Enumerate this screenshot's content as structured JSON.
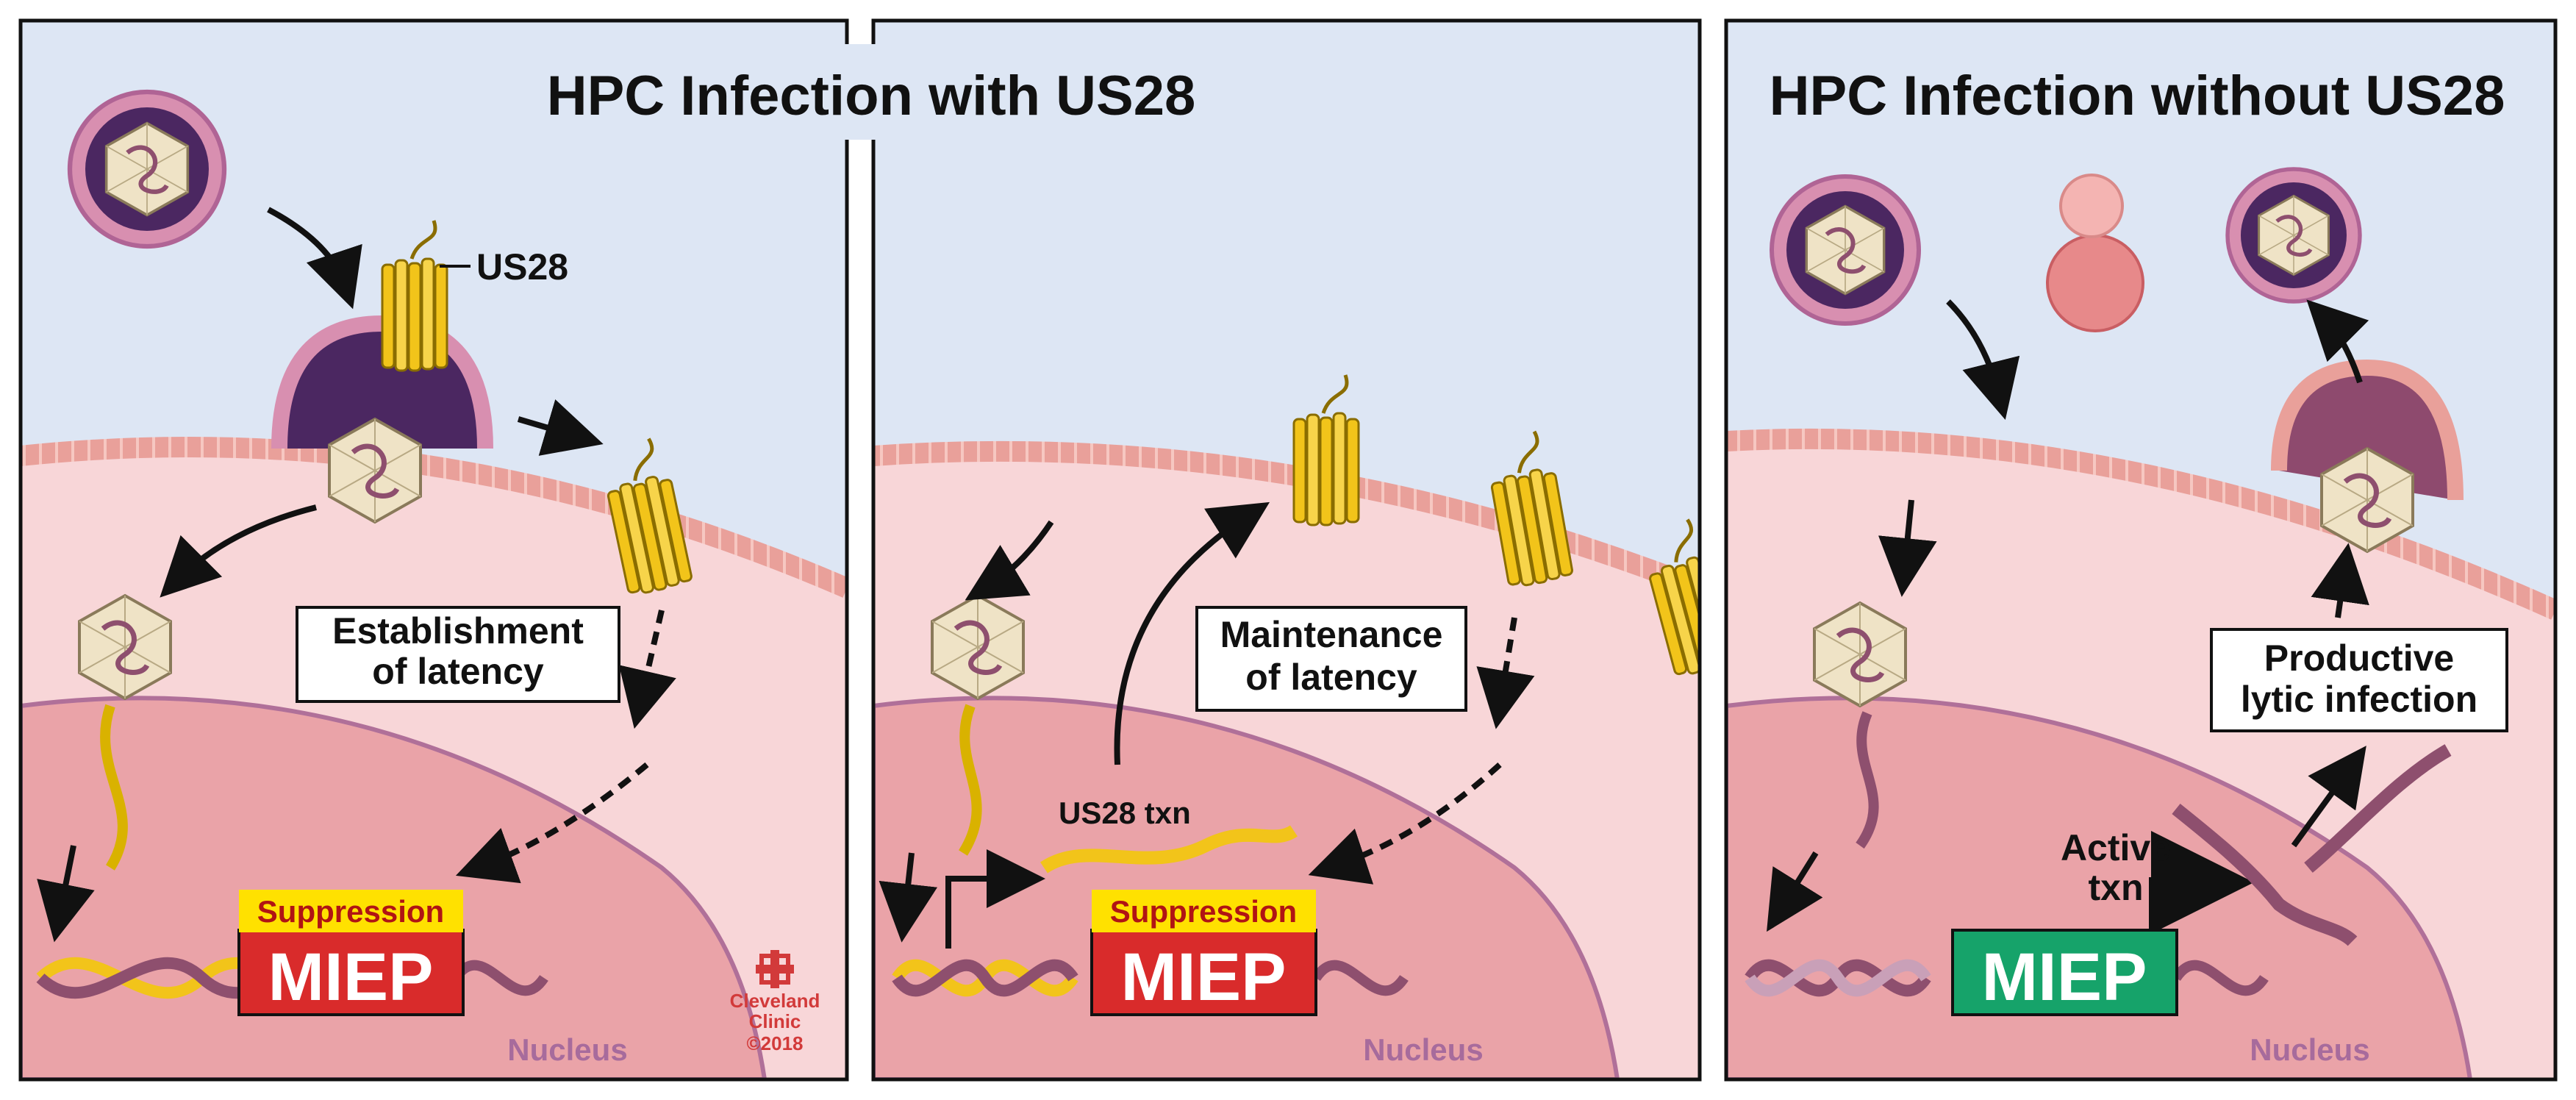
{
  "panels": {
    "with_title": "HPC Infection with US28",
    "without_title": "HPC Infection without US28"
  },
  "labels": {
    "us28": "US28",
    "establishment_l1": "Establishment",
    "establishment_l2": "of latency",
    "maintenance_l1": "Maintenance",
    "maintenance_l2": "of latency",
    "us28_txn": "US28 txn",
    "suppression": "Suppression",
    "miep": "MIEP",
    "active_l1": "Active",
    "active_l2": "txn",
    "productive_l1": "Productive",
    "productive_l2": "lytic infection",
    "nucleus": "Nucleus"
  },
  "logo": {
    "line1": "Cleveland",
    "line2": "Clinic",
    "line3": "©2018"
  },
  "colors": {
    "extracellular": "#dde6f4",
    "cytoplasm": "#f8d6d8",
    "nucleus": "#eaa3a8",
    "membrane": "#e8a39a",
    "suppression_yellow": "#ffe100",
    "miep_red": "#d92b2b",
    "miep_green": "#16a36a",
    "receptor": "#f2c41a"
  }
}
